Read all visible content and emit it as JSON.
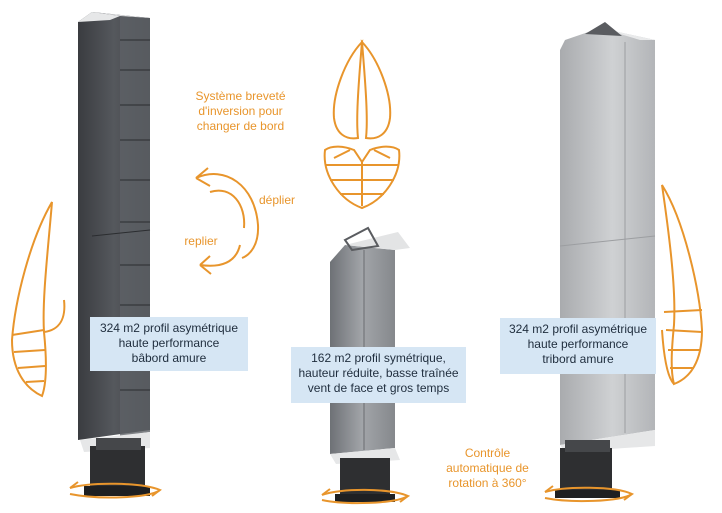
{
  "labels": {
    "system": [
      "Système breveté",
      "d'inversion pour",
      "changer de bord"
    ],
    "deplier": "déplier",
    "replier": "replier",
    "rotation": [
      "Contrôle",
      "automatique de",
      "rotation à 360°"
    ]
  },
  "boxes": {
    "left": [
      "324 m2 profil asymétrique",
      "haute performance",
      "bâbord amure"
    ],
    "center": [
      "162 m2 profil symétrique,",
      "hauteur réduite, basse traînée",
      "vent de face et gros temps"
    ],
    "right": [
      "324 m2 profil asymétrique",
      "haute performance",
      "tribord amure"
    ]
  },
  "colors": {
    "accent": "#e8952c",
    "box_bg": "#d6e6f4",
    "sail_dark": "#4a4d52",
    "sail_mid": "#8a8d91",
    "sail_light": "#bfc1c4",
    "base": "#2e2f31"
  },
  "icons": [
    "rotate-arrow-icon",
    "unfold-arrow-icon",
    "fold-arrow-icon",
    "sail-profile-icon"
  ]
}
